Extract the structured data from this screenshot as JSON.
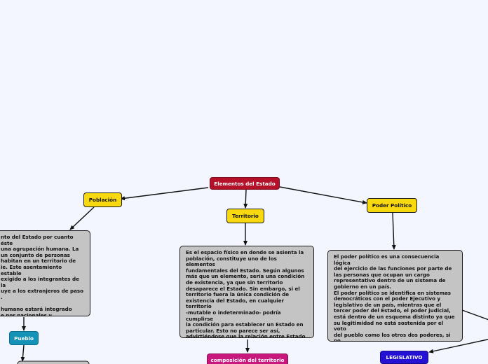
{
  "nodes": {
    "root": "Elementos del Estado",
    "poblacion": "Población",
    "territorio": "Territorio",
    "poder": "Poder Político",
    "pueblo": "Pueblo",
    "composicion": "composición del territorio",
    "legislativo": "LEGISLATIVO"
  },
  "texts": {
    "poblacion": "nto del Estado por cuanto éste\n una agrupación humana. La\nun conjunto de personas\n habitan en un territorio de\nie. Este asentamiento estable\nexigido a los integrantes de la\nuye a los extranjeros de paso\n.\n\n humano estará integrado\ne por nacionales y extranjeros.\ns son aquellos que tienen la\n del Estado de que se trata.",
    "territorio": "Es el espacio físico en donde se asienta la\npoblación, constituye uno de los elementos\nfundamentales del Estado. Según algunos\nmás que un elemento, sería una condición\nde existencia, ya que sin territorio\ndesaparece el Estado. Sin embargo, si el\nterritorio fuera la única condición de\nexistencia del Estado, en cualquier territorio\n-mutable o indeterminado- podría cumplirse\nla condición para establecer un Estado en\nparticular. Esto no parece ser así,\nadvirtiéndose que la relación entre Estado y\nterritorio es por lo común estable y\nespecífica.Subtema",
    "poder": "El poder político es una consecuencia lógica\ndel ejercicio de las funciones por parte de\nlas personas que ocupan un cargo\nrepresentativo dentro de un sistema de\ngobierno en un país.\nEl poder político se identifica en sistemas\ndemocráticos con el poder Ejecutivo y\nlegislativo de un país, mientras que el\ntercer poder del Estado, el poder judicial,\nestá dentro de un esquema distinto ya que\nsu legitimidad no está sostenida por el voto\ndel pueblo como los otros dos poderes, si no\npor el fiel cumplimiento del ejercicio de sus\nfunciones."
  },
  "colors": {
    "background": "#f3f6fe",
    "root": "#b5102a",
    "branch": "#f8d90f",
    "pueblo": "#1592b8",
    "composicion": "#c8177d",
    "legislativo": "#2511d4",
    "textbox": "#c4c4c4"
  }
}
